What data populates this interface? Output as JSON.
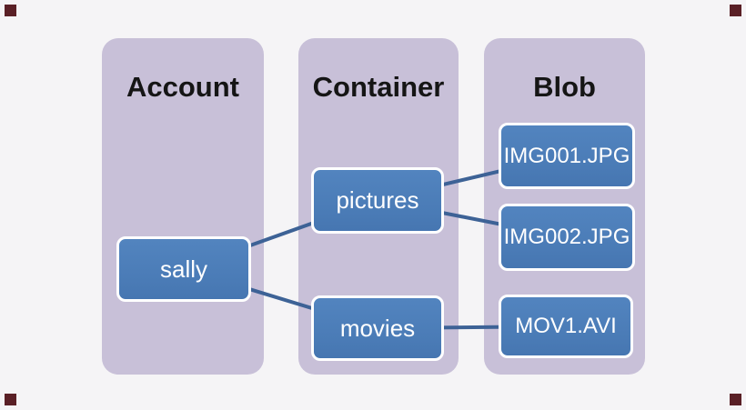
{
  "diagram": {
    "description": "Azure blob storage hierarchy diagram",
    "columns": [
      {
        "id": "account",
        "title": "Account",
        "nodes": [
          {
            "id": "sally",
            "label": "sally"
          }
        ]
      },
      {
        "id": "container",
        "title": "Container",
        "nodes": [
          {
            "id": "pictures",
            "label": "pictures"
          },
          {
            "id": "movies",
            "label": "movies"
          }
        ]
      },
      {
        "id": "blob",
        "title": "Blob",
        "nodes": [
          {
            "id": "img001",
            "label": "IMG001.JPG"
          },
          {
            "id": "img002",
            "label": "IMG002.JPG"
          },
          {
            "id": "mov1",
            "label": "MOV1.AVI"
          }
        ]
      }
    ],
    "edges": [
      {
        "from": "sally",
        "to": "pictures"
      },
      {
        "from": "sally",
        "to": "movies"
      },
      {
        "from": "pictures",
        "to": "IMG001.JPG"
      },
      {
        "from": "pictures",
        "to": "IMG002.JPG"
      },
      {
        "from": "movies",
        "to": "MOV1.AVI"
      }
    ],
    "colors": {
      "background": "#f5f4f6",
      "column_fill": "#c8c0d8",
      "node_fill": "#4b7db9",
      "node_border": "#ffffff",
      "node_text": "#ffffff",
      "connector": "#3d6296",
      "header_text": "#151515",
      "corner_marker": "#5a2026"
    }
  }
}
